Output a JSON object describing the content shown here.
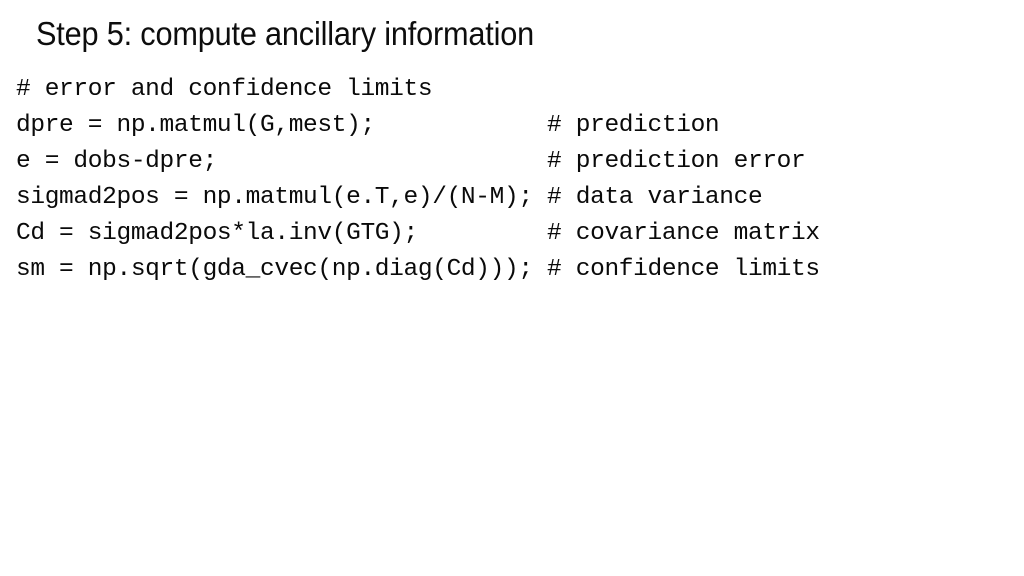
{
  "slide": {
    "title": "Step 5: compute ancillary information",
    "background_color": "#ffffff",
    "text_color": "#0a0a0a"
  },
  "code": {
    "language": "python",
    "comment_column": 37,
    "lines": [
      {
        "statement": "# error and confidence limits",
        "comment": ""
      },
      {
        "statement": "dpre = np.matmul(G,mest);",
        "comment": "# prediction"
      },
      {
        "statement": "e = dobs-dpre;",
        "comment": "# prediction error"
      },
      {
        "statement": "sigmad2pos = np.matmul(e.T,e)/(N-M);",
        "comment": "# data variance"
      },
      {
        "statement": "Cd = sigmad2pos*la.inv(GTG);",
        "comment": "# covariance matrix"
      },
      {
        "statement": "sm = np.sqrt(gda_cvec(np.diag(Cd)));",
        "comment": "# confidence limits"
      }
    ]
  }
}
